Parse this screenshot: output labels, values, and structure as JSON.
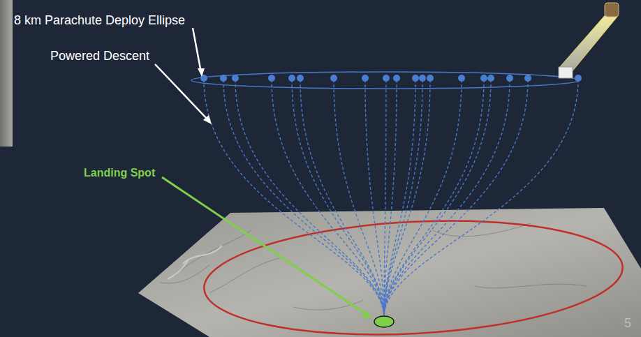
{
  "diagram": {
    "labels": [
      "8 km Parachute Deploy Ellipse",
      "Powered Descent",
      "Landing Spot",
      "5"
    ]
  }
}
